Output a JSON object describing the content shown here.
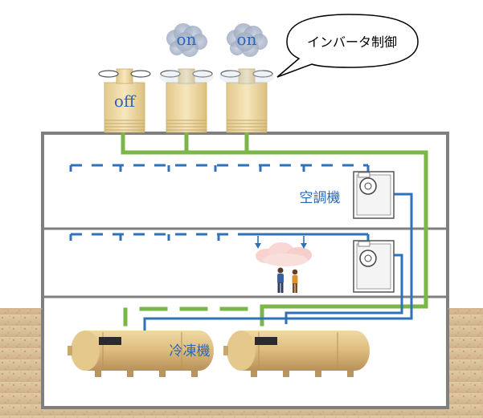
{
  "colors": {
    "condenser_water": "#7ab648",
    "chilled_water": "#2f72b8",
    "building_outline": "#7f7f7f",
    "label_blue": "#2a66b8",
    "ground": "#d8bf99",
    "tower_body": "#ecd9a2",
    "chiller_body": "#d9b876"
  },
  "cooling_towers": [
    {
      "state_label": "off",
      "steam": false
    },
    {
      "state_label": "on",
      "steam": true
    },
    {
      "state_label": "on",
      "steam": true
    }
  ],
  "callout": {
    "text": "インバータ制御"
  },
  "labels": {
    "air_handler": "空調機",
    "chiller": "冷凍機"
  },
  "icons": [
    "cooling-tower-icon",
    "fan-icon",
    "steam-cloud-icon",
    "air-handler-icon",
    "chiller-tank-icon",
    "person-icon",
    "cool-air-cloud-icon"
  ]
}
